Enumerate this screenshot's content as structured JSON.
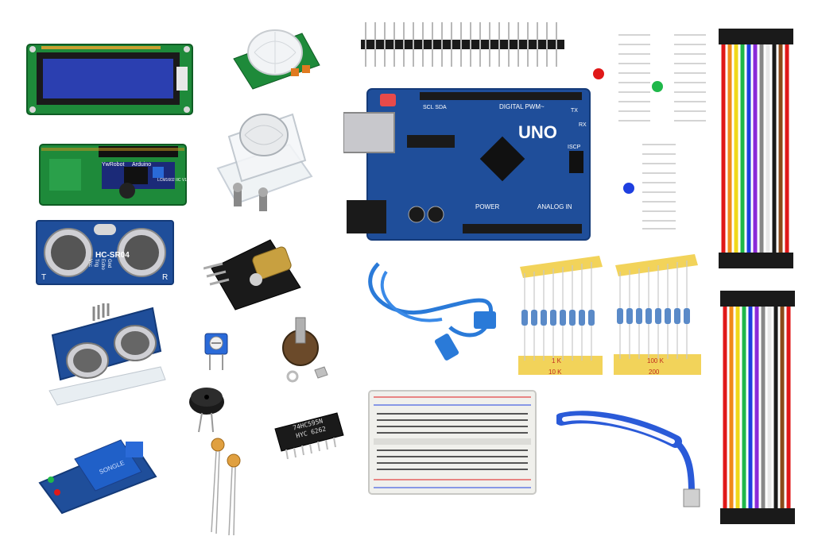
{
  "colors": {
    "pcb_blue": "#1f4e9a",
    "pcb_green": "#1e8a3a",
    "lcd_blue": "#2b3fb0",
    "led_red": "#e01818",
    "led_green": "#1fb84a",
    "led_blue": "#1e3fe0",
    "resistor_tape": "#f2d35a",
    "breadboard": "#f0f0ec"
  },
  "arduino": {
    "logo": "UNO",
    "header_digital": "DIGITAL PWM~",
    "header_power": "POWER",
    "header_analog": "ANALOG IN",
    "pin_top_left": "SCL SDA",
    "pin_tx": "TX",
    "pin_rx": "RX",
    "icsp": "ISCP"
  },
  "i2c_backpack": {
    "brand": "YwRobot",
    "model": "Arduino",
    "part": "LCM1602 IIC V1"
  },
  "ultrasonic": {
    "label": "HC-SR04",
    "pin_t": "T",
    "pin_r": "R",
    "pins": [
      "Vcc",
      "Trig",
      "Echo",
      "Gnd"
    ]
  },
  "relay": {
    "label": "SONGLE"
  },
  "shift_register": {
    "line1": "74HC595N",
    "line2": "HYC 6262"
  },
  "resistors": {
    "left_top": "1 K",
    "left_bottom": "10 K",
    "right_top": "100 K",
    "right_bottom": "200"
  }
}
